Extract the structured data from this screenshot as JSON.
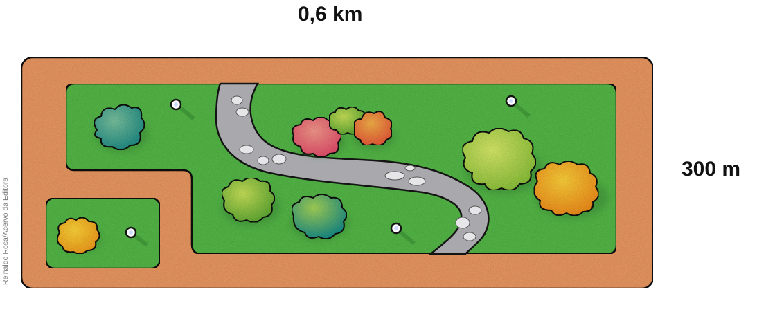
{
  "dimensions": {
    "width_label": "0,6 km",
    "height_label": "300 m"
  },
  "credit": "Reinaldo Rosa/Acervo da Editora",
  "colors": {
    "track": "#ec9a63",
    "lawn": "#57b94a",
    "path": "#a9a9ad",
    "stones": "#e6e6e8",
    "outline": "#141414"
  }
}
